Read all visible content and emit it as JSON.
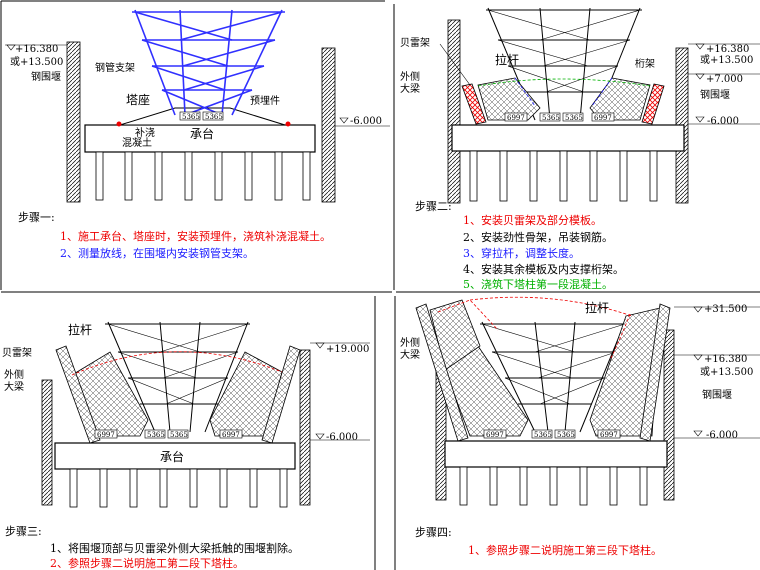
{
  "panel1": {
    "step": "步骤一:",
    "lines": [
      "1、施工承台、塔座时，安装预埋件，浇筑补浇混凝土。",
      "2、测量放线，在围堰内安装钢管支架。"
    ],
    "labels": {
      "steel_pipe_support": "钢管支架",
      "tower_seat": "塔座",
      "embedded_part": "预埋件",
      "supplement": "补浇",
      "concrete": "混凝土",
      "cap": "承台",
      "cofferdam": "钢围堰",
      "elev_top": "+16.380",
      "elev_top_alt": "或+13.500",
      "elev_bottom": "-6.000",
      "dim1": "5365",
      "dim2": "5365"
    }
  },
  "panel2": {
    "step": "步骤二:",
    "lines": [
      "1、安装贝雷架及部分模板。",
      "2、安装劲性骨架，吊装钢筋。",
      "3、穿拉杆，调整长度。",
      "4、安装其余模板及内支撑桁架。",
      "5、浇筑下塔柱第一段混凝土。"
    ],
    "labels": {
      "bailey": "贝雷架",
      "outer_girder_1": "外侧",
      "outer_girder_2": "大梁",
      "tie_rod": "拉杆",
      "truss": "桁架",
      "cofferdam": "钢围堰",
      "elev_top": "+16.380",
      "elev_top_alt": "或+13.500",
      "elev_mid": "+7.000",
      "elev_bottom": "-6.000",
      "dim_left": "6997",
      "dim1": "5365",
      "dim2": "5365",
      "dim_right": "6997"
    }
  },
  "panel3": {
    "step": "步骤三:",
    "lines": [
      "1、将围堰顶部与贝雷梁外侧大梁抵触的围堰割除。",
      "2、参照步骤二说明施工第二段下塔柱。"
    ],
    "labels": {
      "tie_rod": "拉杆",
      "bailey": "贝雷架",
      "outer_girder_1": "外侧",
      "outer_girder_2": "大梁",
      "cap": "承台",
      "elev_top": "+19.000",
      "elev_bottom": "-6.000",
      "dim_left": "6997",
      "dim1": "5365",
      "dim2": "5365",
      "dim_right": "6997"
    }
  },
  "panel4": {
    "step": "步骤四:",
    "lines": [
      "1、参照步骤二说明施工第三段下塔柱。"
    ],
    "labels": {
      "tie_rod": "拉杆",
      "outer_girder_1": "外侧",
      "outer_girder_2": "大梁",
      "cofferdam": "钢围堰",
      "elev_top": "+31.500",
      "elev_mid": "+16.380",
      "elev_mid_alt": "或+13.500",
      "elev_bottom": "-6.000",
      "dim_left": "6997",
      "dim1": "5365",
      "dim2": "5365",
      "dim_right": "6997"
    }
  },
  "colors": {
    "red": "#ee0000",
    "blue": "#1a1aff",
    "green": "#00b000",
    "support_blue": "#3030ff"
  }
}
